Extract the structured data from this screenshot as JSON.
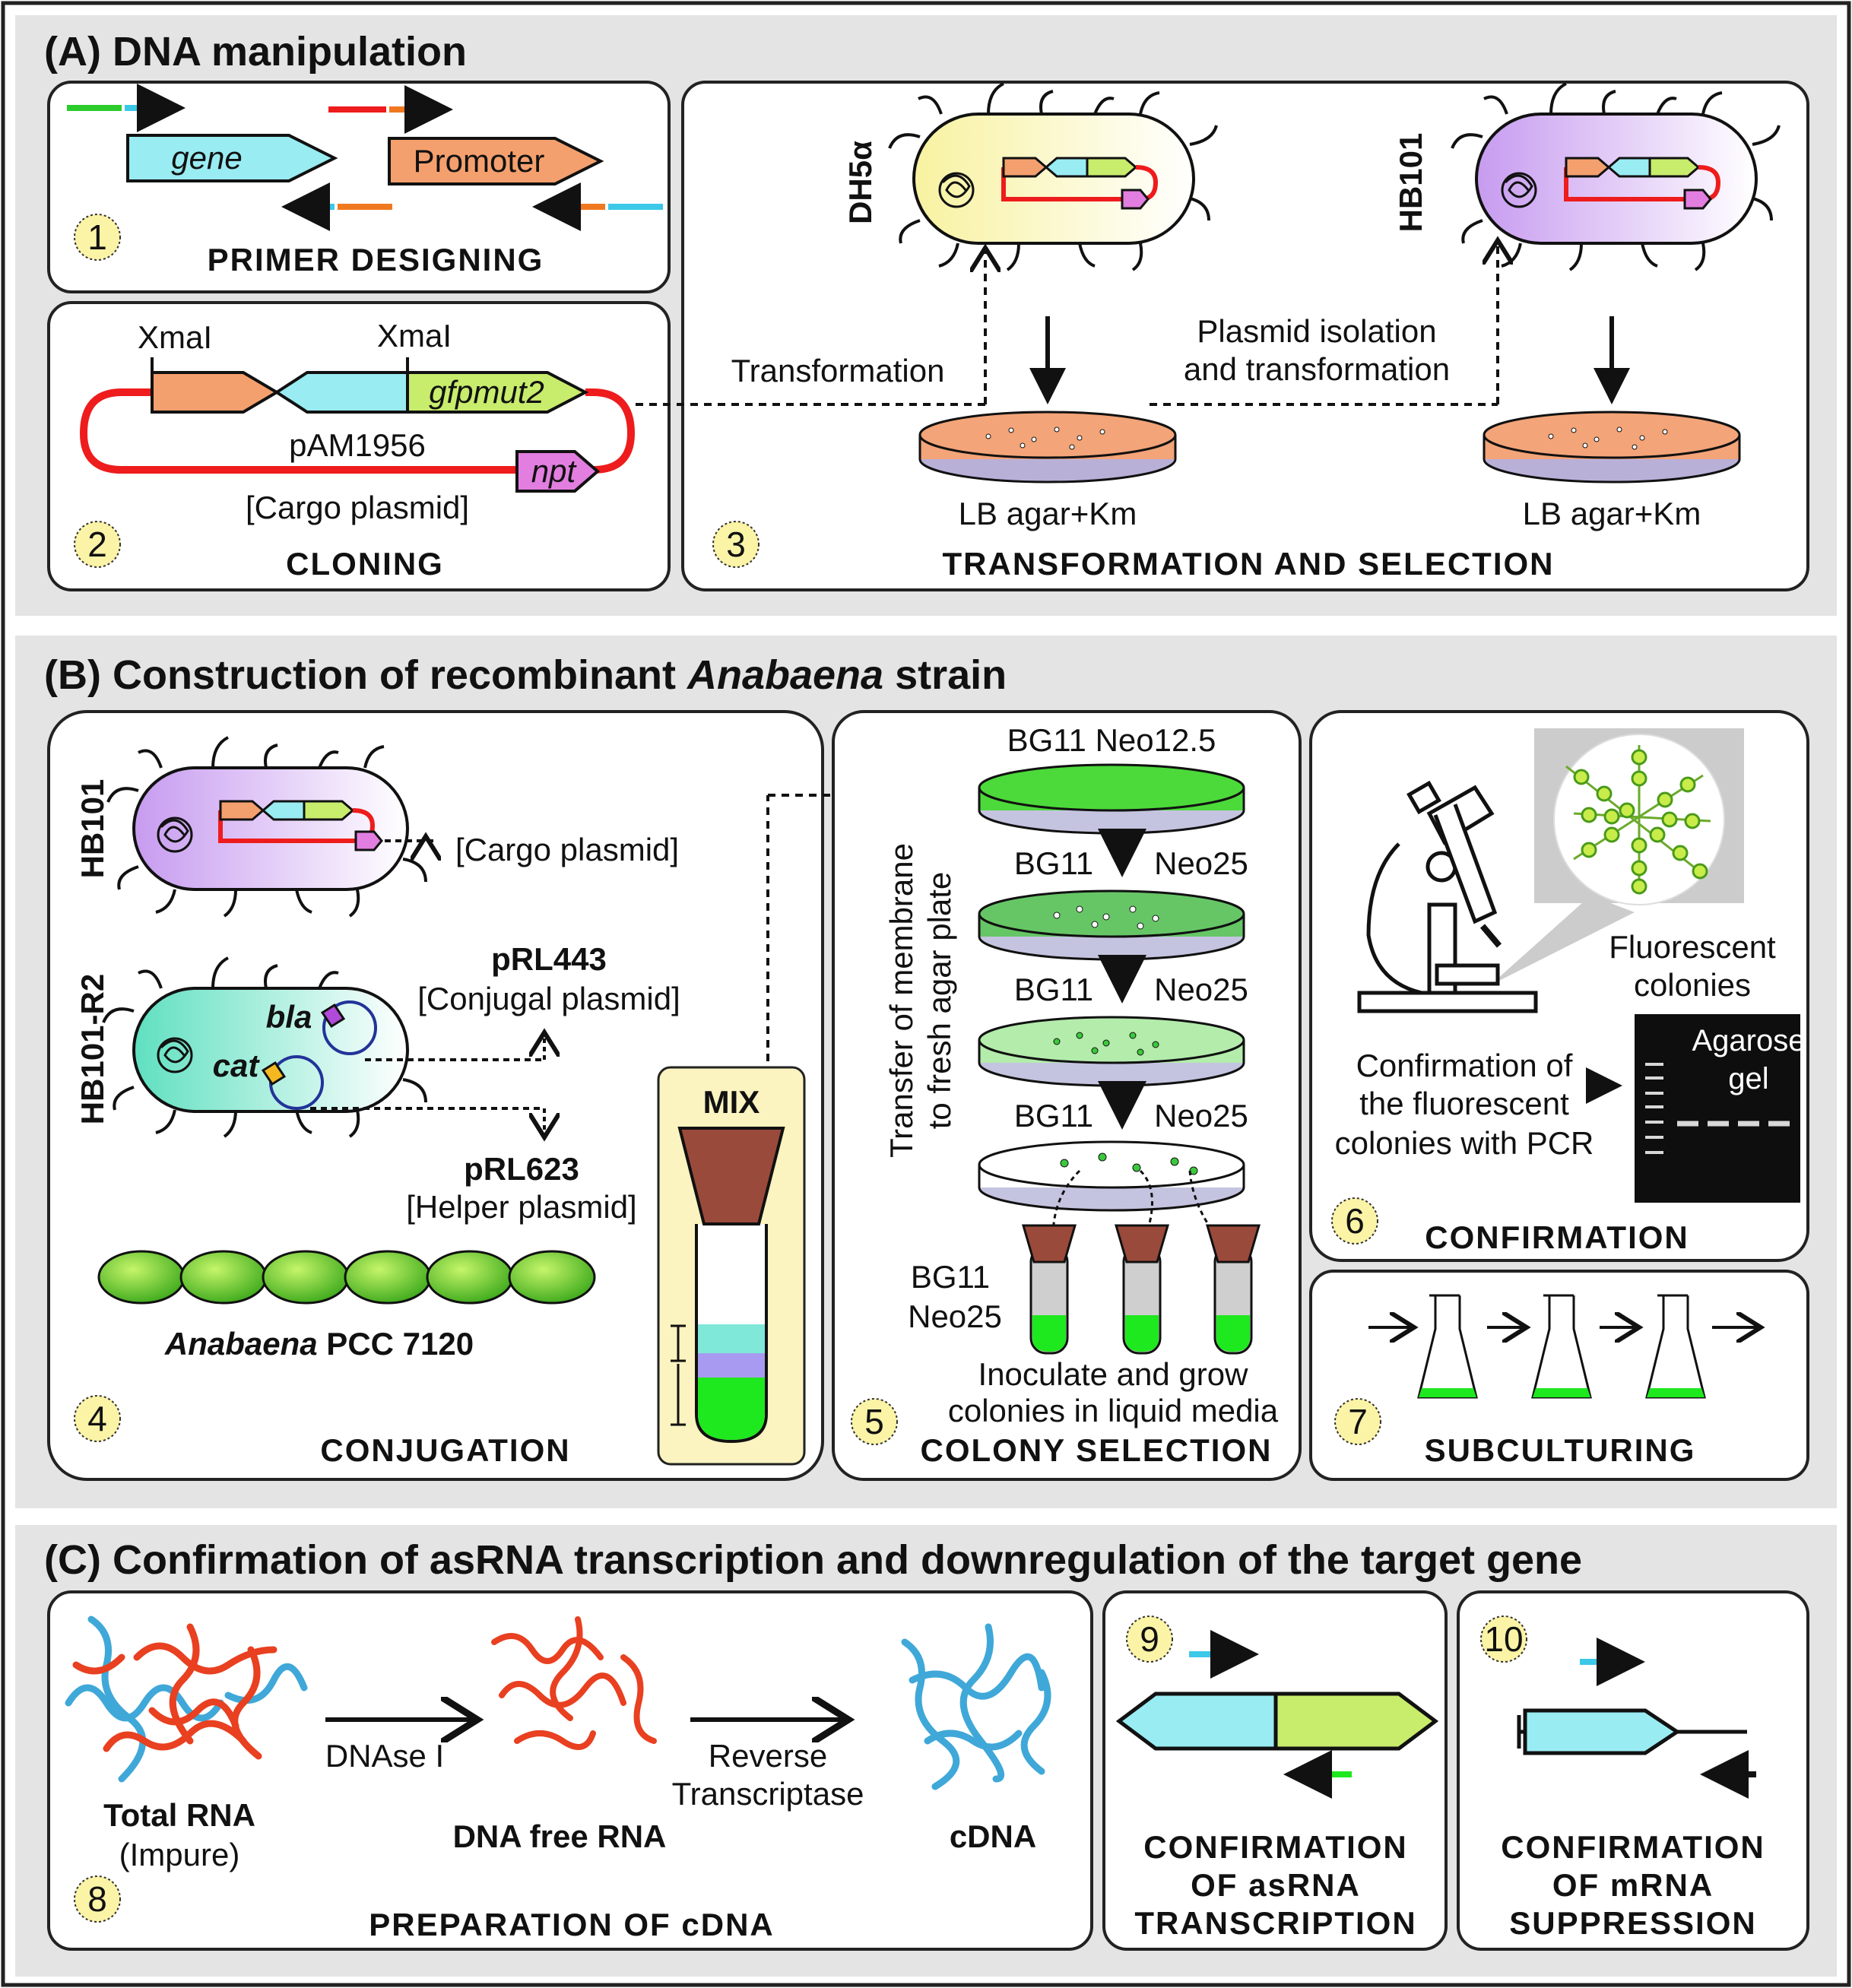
{
  "sectionA": {
    "title": "(A) DNA manipulation",
    "step1": {
      "num": "1",
      "title": "PRIMER DESIGNING",
      "gene": "gene",
      "promoter": "Promoter"
    },
    "step2": {
      "num": "2",
      "title": "CLONING",
      "site1": "XmaI",
      "site2": "XmaI",
      "gfp": "gfpmut2",
      "npt": "npt",
      "plasmid": "pAM1956",
      "cargo": "[Cargo plasmid]"
    },
    "step3": {
      "num": "3",
      "title": "TRANSFORMATION AND SELECTION",
      "strain1": "DH5α",
      "strain2": "HB101",
      "transformation": "Transformation",
      "isolation1": "Plasmid isolation",
      "isolation2": "and transformation",
      "agar1": "LB agar+Km",
      "agar2": "LB agar+Km"
    }
  },
  "sectionB": {
    "title_prefix": "(B) Construction of recombinant ",
    "title_italic": "Anabaena",
    "title_suffix": " strain",
    "step4": {
      "num": "4",
      "title": "CONJUGATION",
      "hb101": "HB101",
      "hb101r2": "HB101-R2",
      "cargo": "[Cargo plasmid]",
      "prl443": "pRL443",
      "conjugal": "[Conjugal plasmid]",
      "prl623": "pRL623",
      "helper": "[Helper plasmid]",
      "bla": "bla",
      "cat": "cat",
      "anabaena_italic": "Anabaena",
      "anabaena_rest": " PCC 7120",
      "mix": "MIX"
    },
    "step5": {
      "num": "5",
      "title": "COLONY SELECTION",
      "plate1": "BG11 Neo12.5",
      "bg11a": "BG11",
      "neo25a": "Neo25",
      "bg11b": "BG11",
      "neo25b": "Neo25",
      "bg11c": "BG11",
      "neo25c": "Neo25",
      "transfer1": "Transfer of membrane",
      "transfer2": "to fresh agar plate",
      "tube_bg11": "BG11",
      "tube_neo": "Neo25",
      "inoculate1": "Inoculate and grow",
      "inoculate2": "colonies in liquid media"
    },
    "step6": {
      "num": "6",
      "title": "CONFIRMATION",
      "fluor1": "Fluorescent",
      "fluor2": "colonies",
      "conf1": "Confirmation of",
      "conf2": "the fluorescent",
      "conf3": "colonies with PCR",
      "gel1": "Agarose",
      "gel2": "gel"
    },
    "step7": {
      "num": "7",
      "title": "SUBCULTURING"
    }
  },
  "sectionC": {
    "title": "(C) Confirmation of asRNA transcription and downregulation of the target gene",
    "step8": {
      "num": "8",
      "title": "PREPARATION OF cDNA",
      "total": "Total RNA",
      "impure": "(Impure)",
      "dnase": "DNAse I",
      "dnafree": "DNA free RNA",
      "rt1": "Reverse",
      "rt2": "Transcriptase",
      "cdna": "cDNA"
    },
    "step9": {
      "num": "9",
      "t1": "CONFIRMATION",
      "t2": "OF asRNA",
      "t3": "TRANSCRIPTION"
    },
    "step10": {
      "num": "10",
      "t1": "CONFIRMATION",
      "t2": "OF mRNA",
      "t3": "SUPPRESSION"
    }
  },
  "colors": {
    "panel_bg": "#e4e4e4",
    "cyan": "#99ecf2",
    "orange": "#f4a06e",
    "green": "#c8ec6c",
    "magenta": "#e27ee0",
    "plasmid_red": "#ee1c1c",
    "badge": "#fbf3a6",
    "plate_orange": "#f3a478",
    "plate_green": "#4cd93a"
  }
}
